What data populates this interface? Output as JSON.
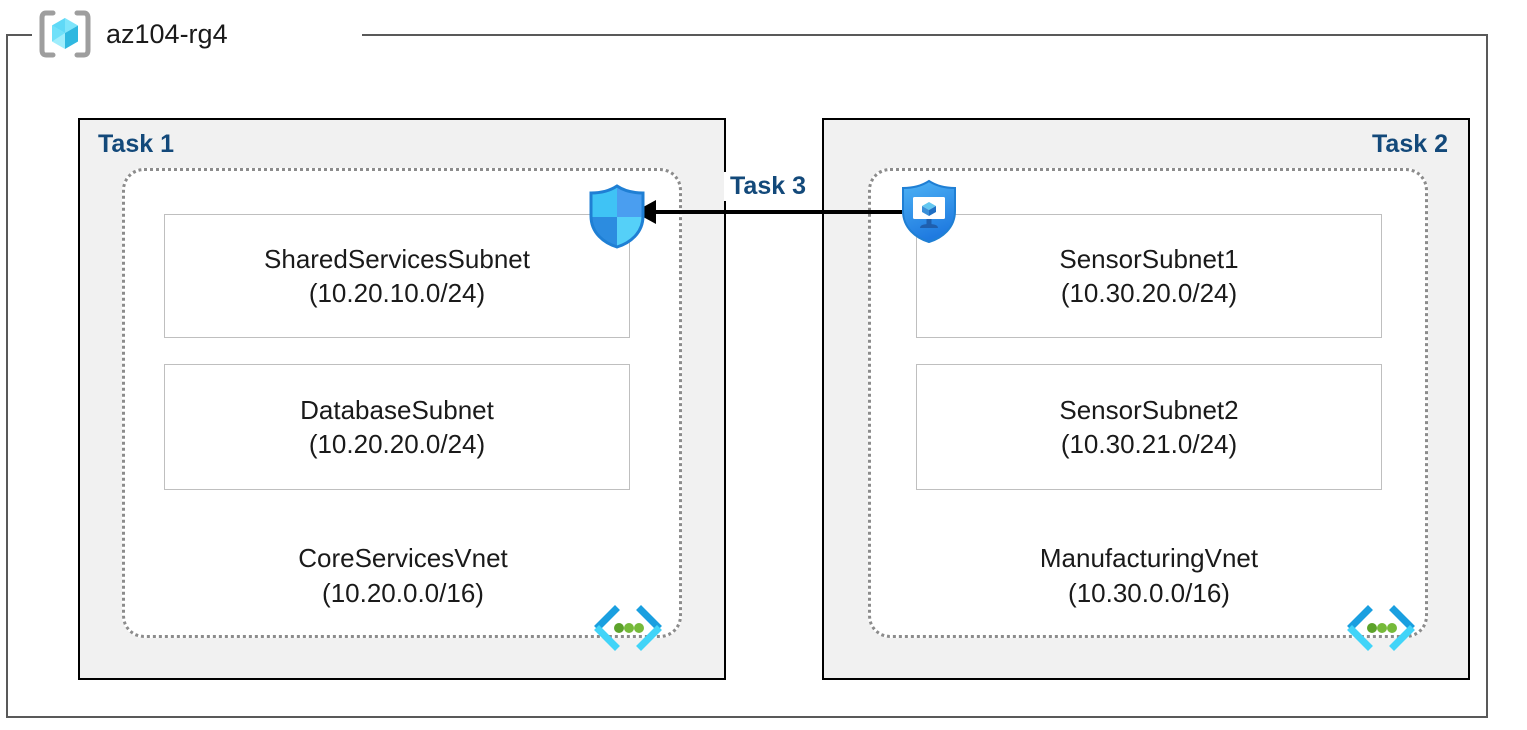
{
  "resource_group": {
    "name": "az104-rg4",
    "icon": "resource-group-cube-icon"
  },
  "tasks": [
    {
      "id": "task1",
      "label": "Task 1",
      "align": "left",
      "vnet": {
        "name": "CoreServicesVnet",
        "cidr": "(10.20.0.0/16)",
        "icon": "virtual-network-icon",
        "subnets": [
          {
            "name": "SharedServicesSubnet",
            "cidr": "(10.20.10.0/24)"
          },
          {
            "name": "DatabaseSubnet",
            "cidr": "(10.20.20.0/24)"
          }
        ]
      }
    },
    {
      "id": "task2",
      "label": "Task 2",
      "align": "right",
      "vnet": {
        "name": "ManufacturingVnet",
        "cidr": "(10.30.0.0/16)",
        "icon": "virtual-network-icon",
        "subnets": [
          {
            "name": "SensorSubnet1",
            "cidr": "(10.30.20.0/24)"
          },
          {
            "name": "SensorSubnet2",
            "cidr": "(10.30.21.0/24)"
          }
        ]
      }
    }
  ],
  "connection": {
    "label": "Task 3",
    "direction": "right-to-left",
    "source_icon": "network-watcher-shield-icon",
    "target_icon": "network-security-group-shield-icon"
  },
  "colors": {
    "task_label": "#13497a",
    "task_box_fill": "#f1f1f1",
    "task_box_border": "#000000",
    "vnet_border": "#8c8c8c",
    "subnet_border": "#bfbfbf",
    "frame_border": "#595959",
    "arrow": "#000000",
    "icon_cyan": "#3fc3f5",
    "icon_blue": "#2c8ce0",
    "icon_green": "#5ca22a",
    "text": "#1a1a1a"
  }
}
